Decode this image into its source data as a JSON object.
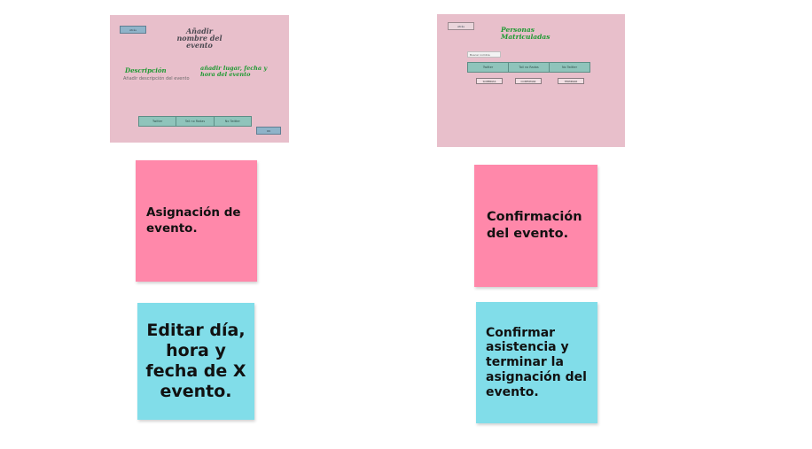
{
  "left_frame": {
    "back_button": "Atrás",
    "title": "Añadir nombre del evento",
    "description_label": "Descripción",
    "description_placeholder": "Añadir descripción del evento",
    "place_label": "añadir lugar, fecha y hora del evento",
    "tabs": [
      "Twitter",
      "Tail no Radas",
      "No Twitter"
    ],
    "ok_button": "OK"
  },
  "right_frame": {
    "back_button": "Atrás",
    "title": "Personas Matriculadas",
    "search_placeholder": "Buscar nombre",
    "tabs": [
      "Twitter",
      "Tail no Radas",
      "No Twitter"
    ],
    "actions": [
      "SOMBRIAS",
      "CONFIRMAR",
      "TERMINAR"
    ]
  },
  "notes": {
    "asignacion": "Asignación de evento.",
    "confirmacion": "Confirmación del evento.",
    "editar": "Editar día, hora y fecha de X evento.",
    "confirmar_asistencia": "Confirmar asistencia y terminar la asignación del evento."
  },
  "colors": {
    "frame_bg": "#e8bfcb",
    "note_pink": "#ff88aa",
    "note_cyan": "#81dde9",
    "accent_green": "#1e9a32",
    "tab_teal": "#8fc4bb"
  }
}
